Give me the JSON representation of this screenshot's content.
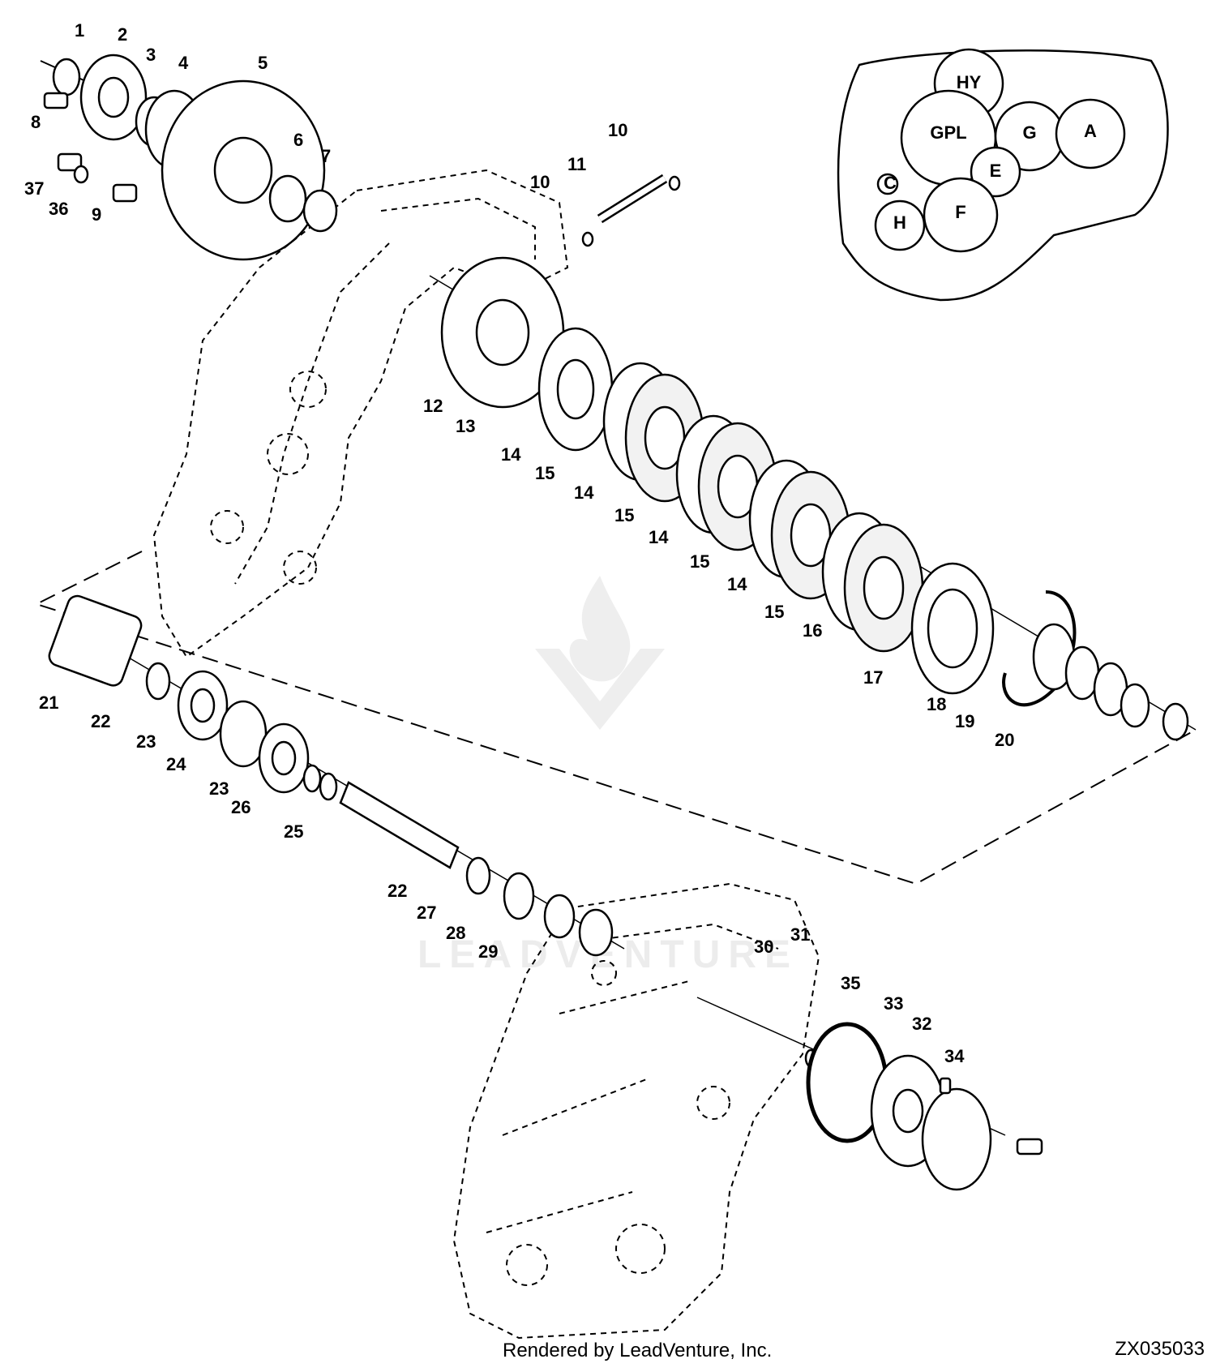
{
  "callouts": [
    "1",
    "2",
    "3",
    "4",
    "5",
    "6",
    "7",
    "8",
    "9",
    "10",
    "10",
    "11",
    "12",
    "13",
    "14",
    "15",
    "14",
    "15",
    "14",
    "15",
    "14",
    "15",
    "16",
    "17",
    "18",
    "19",
    "20",
    "21",
    "22",
    "23",
    "24",
    "23",
    "26",
    "25",
    "22",
    "27",
    "28",
    "29",
    "30",
    "31",
    "35",
    "33",
    "32",
    "34",
    "37",
    "36"
  ],
  "regions": [
    "HY",
    "GPL",
    "G",
    "A",
    "E",
    "C",
    "H",
    "F"
  ],
  "footer": {
    "rendered_by": "Rendered by LeadVenture, Inc.",
    "drawing_id": "ZX035033"
  },
  "watermark": "LEADVENTURE",
  "colors": {
    "line": "#000000",
    "watermark": "#ececec"
  }
}
